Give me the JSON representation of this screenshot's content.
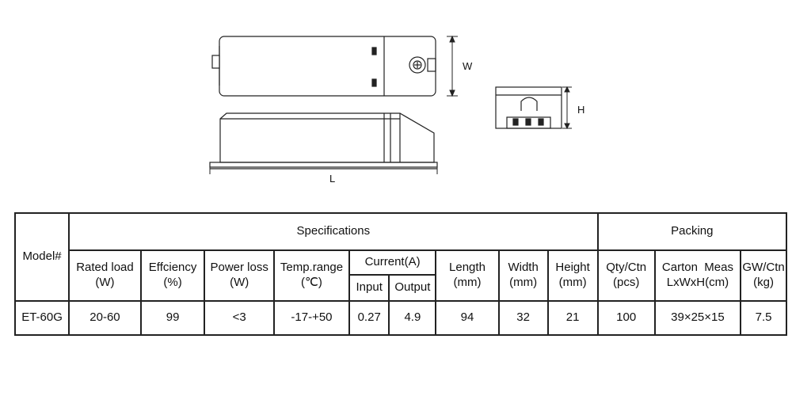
{
  "drawing": {
    "width_label": "W",
    "length_label": "L",
    "height_label": "H"
  },
  "table": {
    "model_header": "Model#",
    "specifications_header": "Specifications",
    "packing_header": "Packing",
    "columns": {
      "rated_load": [
        "Rated load",
        "(W)"
      ],
      "efficiency": [
        "Effciency",
        "(%)"
      ],
      "power_loss": [
        "Power loss",
        "(W)"
      ],
      "temp_range": [
        "Temp.range",
        "(℃)"
      ],
      "current": "Current(A)",
      "input": "Input",
      "output": "Output",
      "length": [
        "Length",
        "(mm)"
      ],
      "width": [
        "Width",
        "(mm)"
      ],
      "height": [
        "Height",
        "(mm)"
      ],
      "qty_ctn": [
        "Qty/Ctn",
        "(pcs)"
      ],
      "carton_meas": [
        "Carton  Meas",
        "LxWxH(cm)"
      ],
      "gw_ctn": [
        "GW/Ctn",
        "(kg)"
      ]
    },
    "row": {
      "model": "ET-60G",
      "rated_load": "20-60",
      "efficiency": "99",
      "power_loss": "<3",
      "temp_range": "-17-+50",
      "input": "0.27",
      "output": "4.9",
      "length": "94",
      "width": "32",
      "height": "21",
      "qty_ctn": "100",
      "carton_meas": "39×25×15",
      "gw_ctn": "7.5"
    }
  }
}
